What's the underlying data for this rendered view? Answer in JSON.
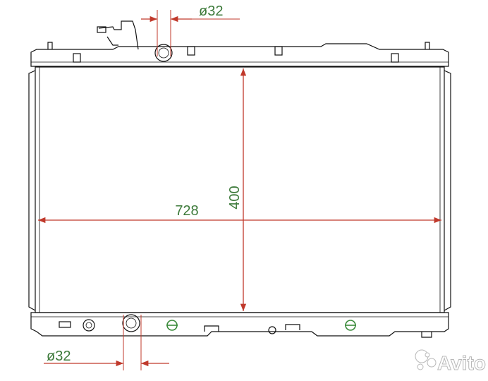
{
  "dimensions": {
    "width_label": "728",
    "height_label": "400",
    "top_pipe_label": "ø32",
    "bottom_pipe_label": "ø32"
  },
  "watermark": {
    "text": "Avito",
    "icon": "avito-logo-dots-icon"
  },
  "colors": {
    "outline": "#111111",
    "dimension_line": "#c0392b",
    "dimension_text": "#3d7a3a",
    "watermark": "#ffffff",
    "watermark_shadow": "#b8b8b8",
    "fitting_green": "#3a8a3a"
  }
}
